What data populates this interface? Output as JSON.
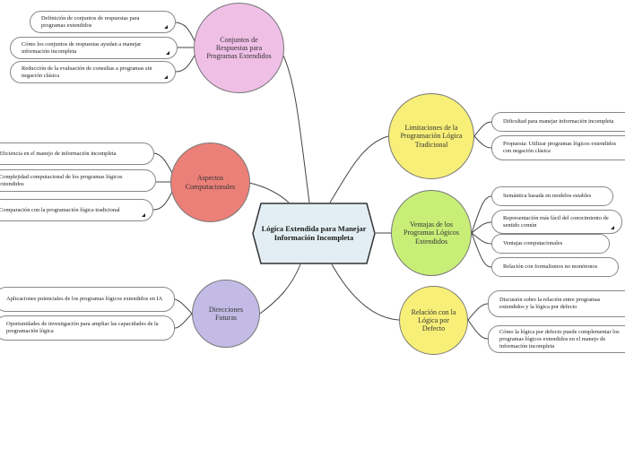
{
  "center": {
    "title": "Lógica Extendida para Manejar Información Incompleta",
    "fill": "#e3eef4",
    "stroke": "#333333"
  },
  "topics": [
    {
      "id": "conjuntos",
      "label": "Conjuntos de Respuestas para Programas Extendidos",
      "color": "#efbfe6",
      "items": [
        "Definición de conjuntos de respuestas para programas extendidos",
        "Cómo los conjuntos de respuestas ayudan a manejar información incompleta",
        "Reducción de la evaluación de consultas a programas sin negación clásica"
      ]
    },
    {
      "id": "aspectos",
      "label": "Aspectos Computacionales",
      "color": "#eb8078",
      "items": [
        "Eficiencia en el manejo de información incompleta",
        "Complejidad computacional de los programas lógicos extendidos",
        "Comparación con la programación lógica tradicional"
      ]
    },
    {
      "id": "direcciones",
      "label": "Direcciones Futuras",
      "color": "#c3bbe6",
      "items": [
        "Aplicaciones potenciales de los programas lógicos extendidos en IA",
        "Oportunidades de investigación para ampliar las capacidades de la programación lógica"
      ]
    },
    {
      "id": "limitaciones",
      "label": "Limitaciones de la Programación Lógica Tradicional",
      "color": "#f8ef78",
      "items": [
        "Dificultad para manejar información incompleta",
        "Propuesta: Utilizar programas lógicos extendidos con negación clásica"
      ]
    },
    {
      "id": "ventajas",
      "label": "Ventajas de los Programas Lógicos Extendidos",
      "color": "#c8ee78",
      "items": [
        "Semántica basada en modelos estables",
        "Representación más fácil del conocimiento de sentido común",
        "Ventajas computacionales",
        "Relación con formalismos no monótonos"
      ]
    },
    {
      "id": "relacion",
      "label": "Relación con la Lógica por Defecto",
      "color": "#f8ef78",
      "items": [
        "Discusión sobre la relación entre programas extendidos y la lógica por defecto",
        "Cómo la lógica por defecto puede complementar los programas lógicos extendidos en el manejo de información incompleta"
      ]
    }
  ]
}
